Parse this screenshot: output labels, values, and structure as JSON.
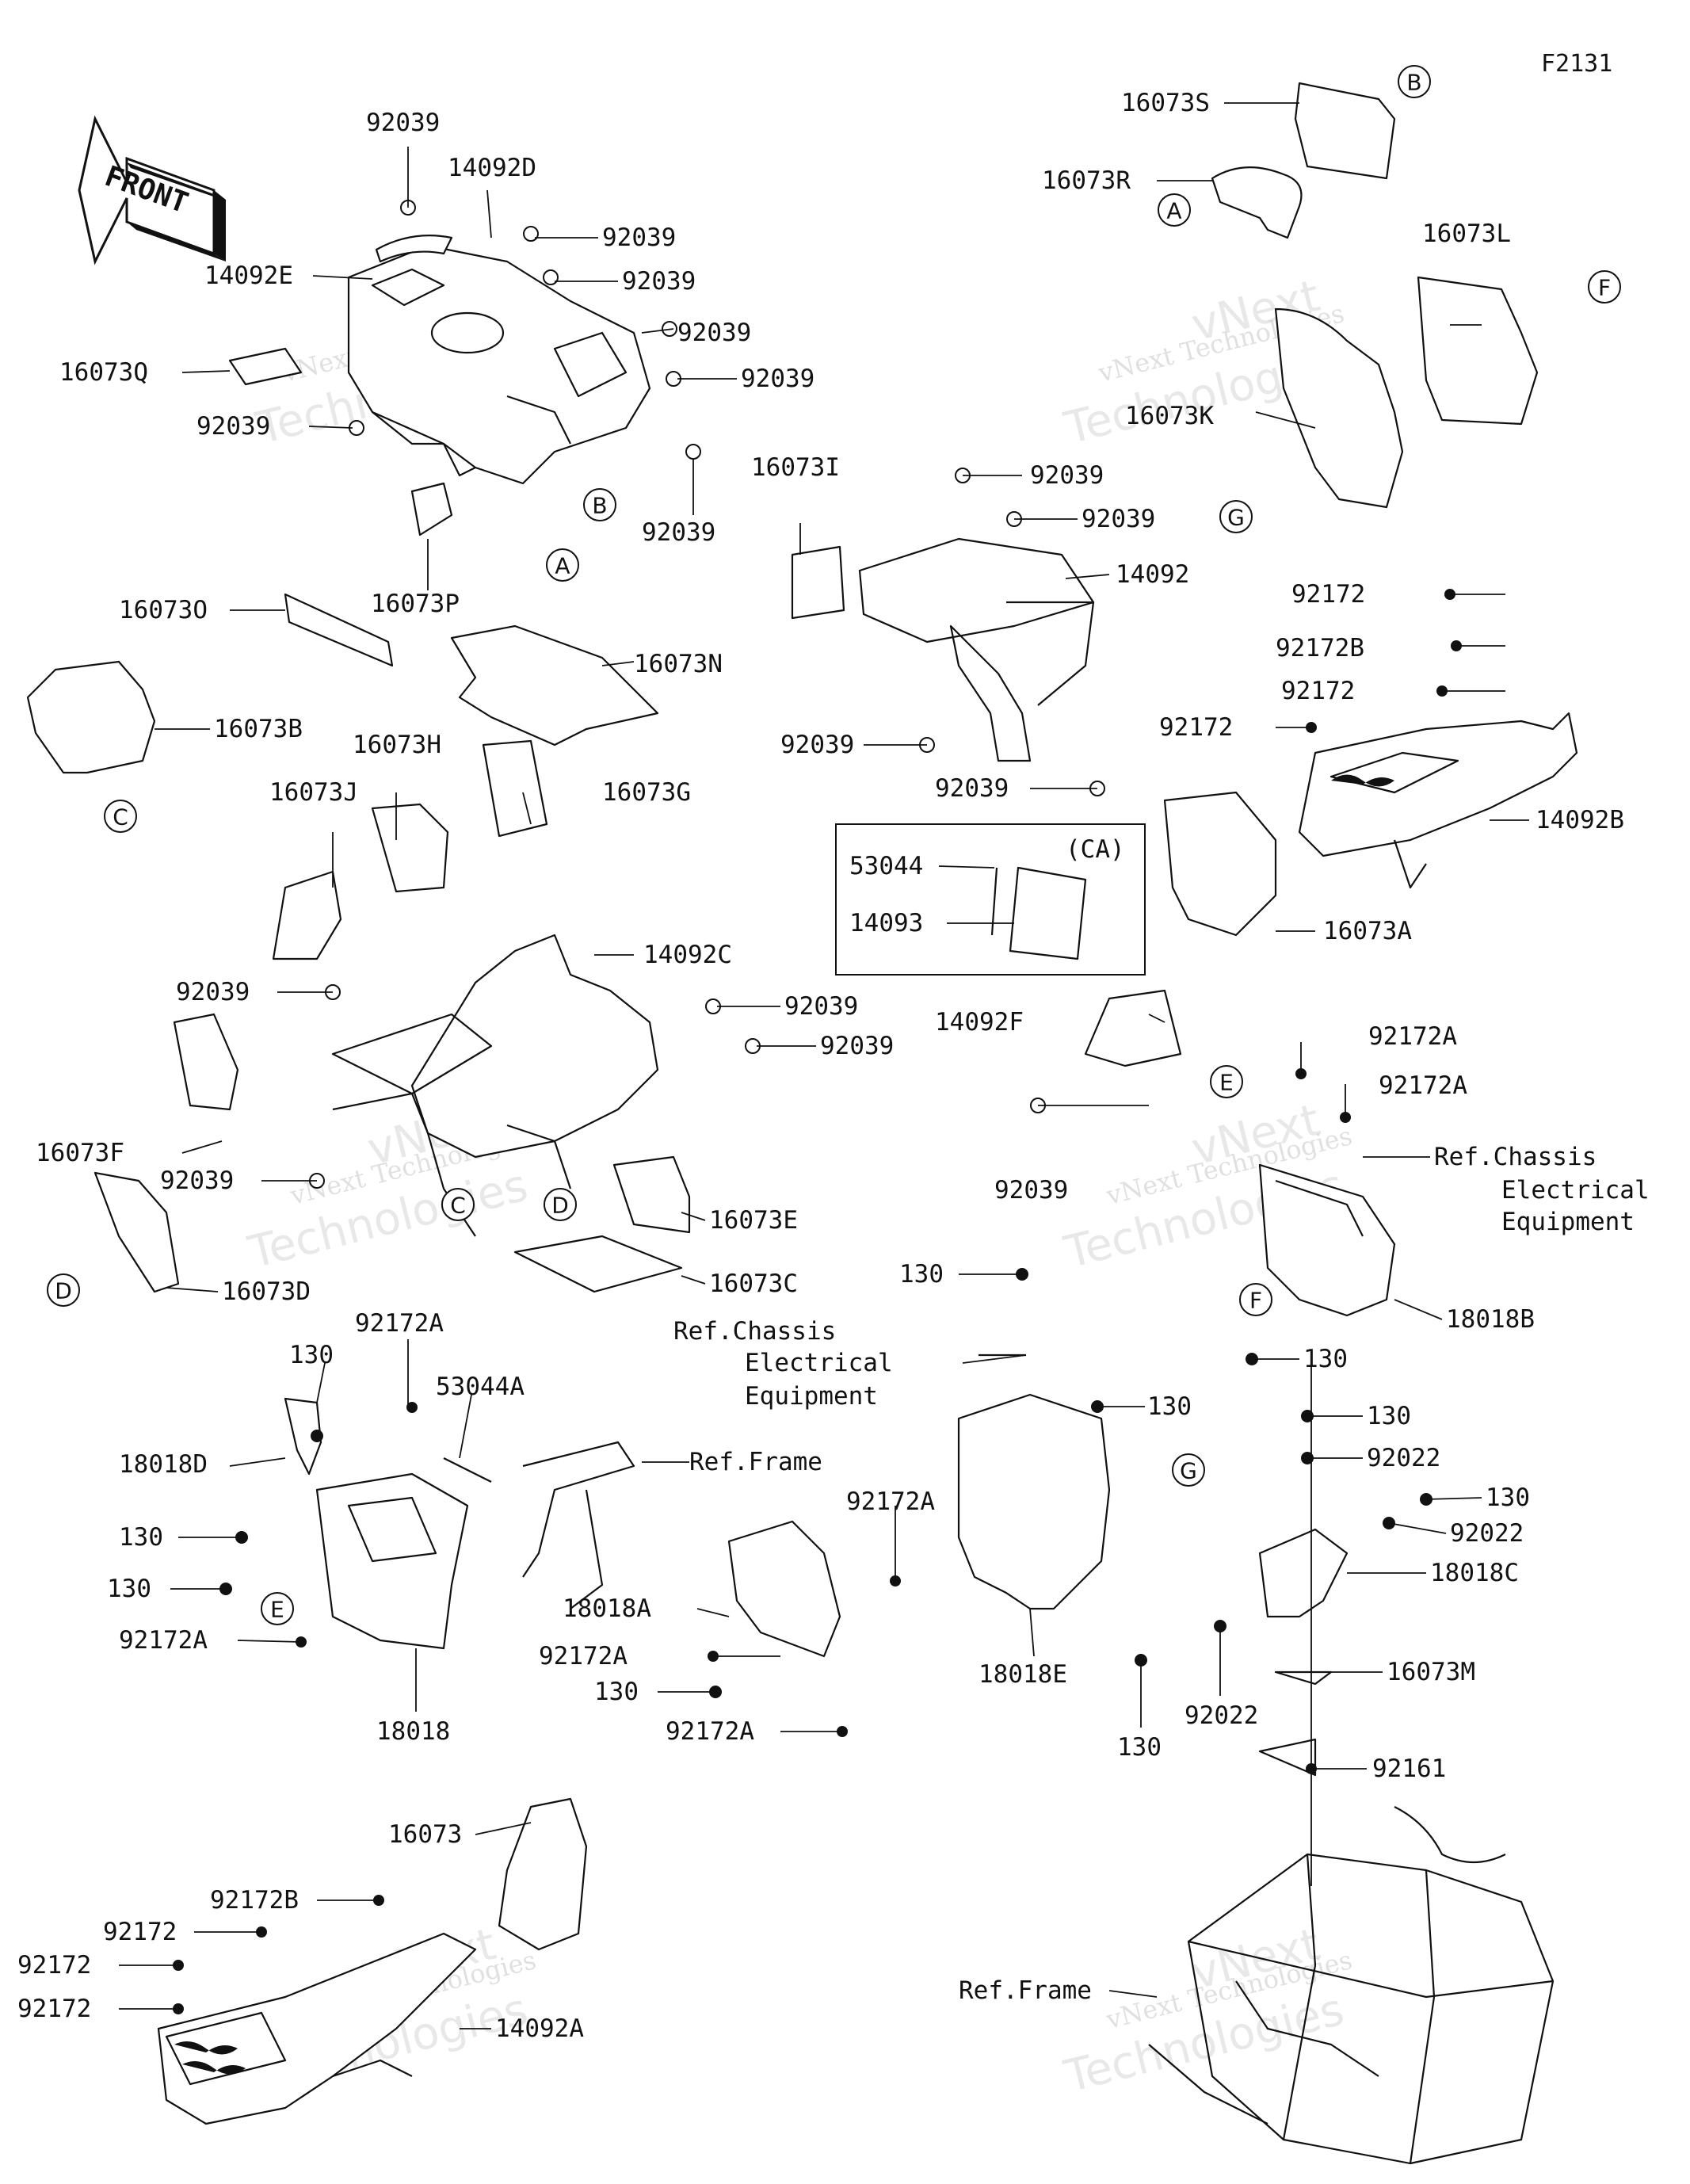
{
  "figure_code": "F2131",
  "front_arrow_label": "FRONT",
  "watermark": {
    "line1": "vNext Technologies",
    "line2": "Technologies",
    "line3": "vNext"
  },
  "callouts": [
    "A",
    "B",
    "C",
    "D",
    "E",
    "F",
    "G"
  ],
  "variant_box_label": "(CA)",
  "labels": {
    "l1": "92039",
    "l2": "14092D",
    "l3": "92039",
    "l4": "92039",
    "l5": "92039",
    "l6": "92039",
    "l7": "14092E",
    "l8": "16073Q",
    "l9": "92039",
    "l10": "92039",
    "l11": "16073S",
    "l12": "16073R",
    "l13": "16073L",
    "l14": "16073K",
    "l15": "16073I",
    "l16": "92039",
    "l17": "92039",
    "l18": "14092",
    "l19": "16073P",
    "l20": "16073O",
    "l21": "16073N",
    "l22": "16073B",
    "l23": "92039",
    "l24": "92039",
    "l25": "92172",
    "l26": "92172B",
    "l27": "92172",
    "l28": "92172",
    "l29": "14092B",
    "l30": "16073A",
    "l31": "16073H",
    "l32": "16073G",
    "l33": "16073J",
    "l34": "14092C",
    "l35": "53044",
    "l36": "14093",
    "l37": "92039",
    "l38": "92039",
    "l39": "92039",
    "l40": "14092F",
    "l41": "16073F",
    "l42": "92039",
    "l43": "92172A",
    "l44": "92172A",
    "l45": "Ref.Chassis",
    "l46": "Electrical",
    "l47": "Equipment",
    "l48": "92039",
    "l49": "16073E",
    "l50": "16073D",
    "l51": "16073C",
    "l52": "130",
    "l53": "18018B",
    "l54": "92172A",
    "l55": "130",
    "l56": "53044A",
    "l57": "Ref.Chassis",
    "l58": "Electrical",
    "l59": "Equipment",
    "l60": "130",
    "l61": "130",
    "l62": "130",
    "l63": "92022",
    "l64": "18018D",
    "l65": "Ref.Frame",
    "l66": "92172A",
    "l67": "130",
    "l68": "92022",
    "l69": "130",
    "l70": "130",
    "l71": "18018C",
    "l72": "92172A",
    "l73": "18018A",
    "l74": "92172A",
    "l75": "130",
    "l76": "18018",
    "l77": "92172A",
    "l78": "18018E",
    "l79": "16073M",
    "l80": "130",
    "l81": "92022",
    "l82": "92161",
    "l83": "16073",
    "l84": "92172B",
    "l85": "92172",
    "l86": "92172",
    "l87": "92172",
    "l88": "14092A",
    "l89": "Ref.Frame"
  }
}
